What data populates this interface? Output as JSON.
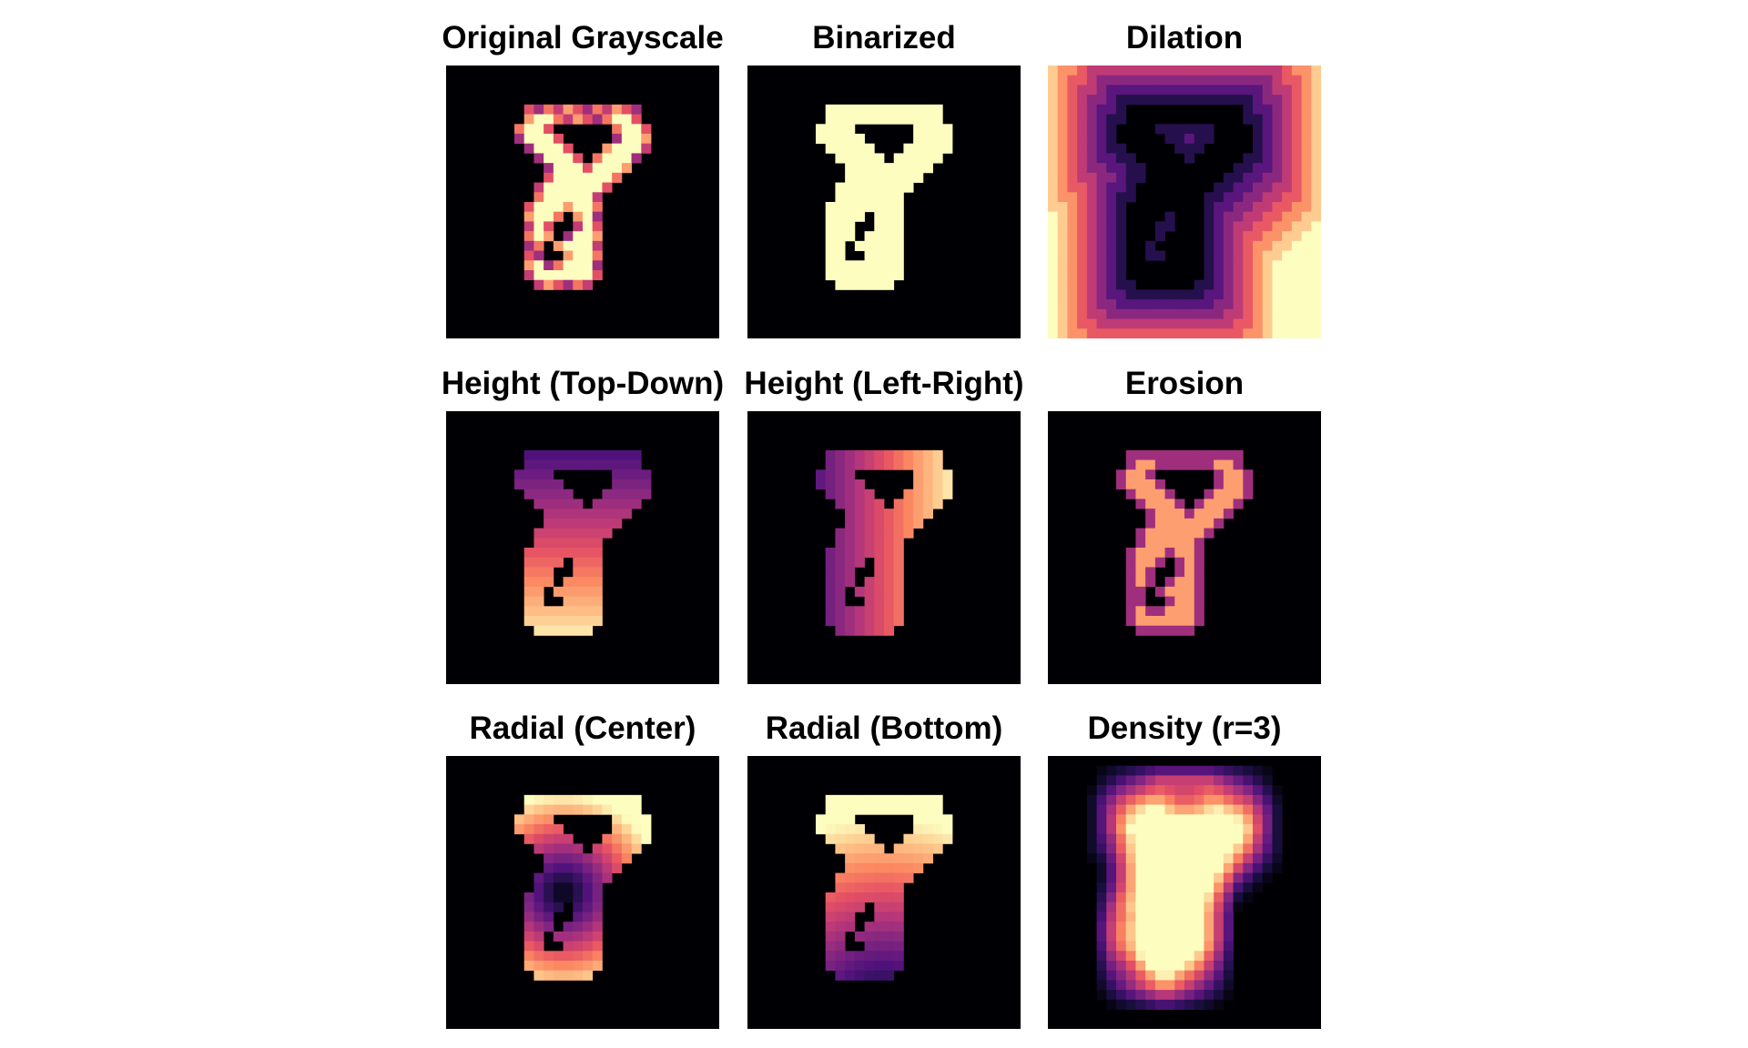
{
  "figure": {
    "colormap": "magma",
    "background": "#ffffff",
    "image_background": "#000004",
    "grid_size": 28
  },
  "panels": [
    {
      "key": "original",
      "title": "Original Grayscale",
      "mode": "original"
    },
    {
      "key": "binarized",
      "title": "Binarized",
      "mode": "binarized"
    },
    {
      "key": "dilation",
      "title": "Dilation",
      "mode": "dilation"
    },
    {
      "key": "height_td",
      "title": "Height (Top-Down)",
      "mode": "height_td"
    },
    {
      "key": "height_lr",
      "title": "Height (Left-Right)",
      "mode": "height_lr"
    },
    {
      "key": "erosion",
      "title": "Erosion",
      "mode": "erosion"
    },
    {
      "key": "radial_center",
      "title": "Radial (Center)",
      "mode": "radial_center"
    },
    {
      "key": "radial_bottom",
      "title": "Radial (Bottom)",
      "mode": "radial_bottom"
    },
    {
      "key": "density",
      "title": "Density (r=3)",
      "mode": "density"
    }
  ]
}
